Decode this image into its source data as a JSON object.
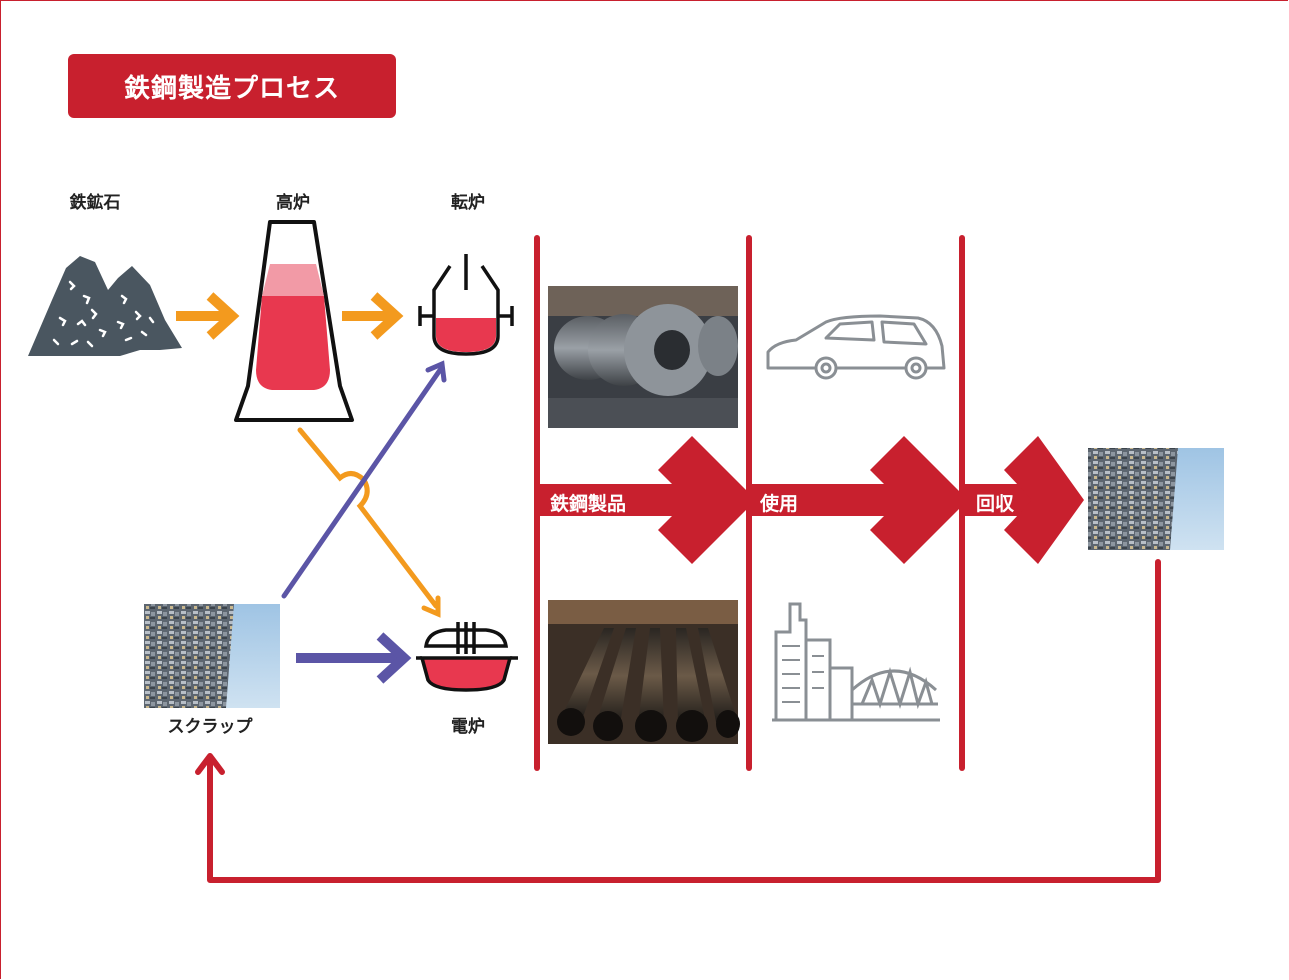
{
  "title": "鉄鋼製造プロセス",
  "labels": {
    "iron_ore": "鉄鉱石",
    "blast_furnace": "高炉",
    "converter": "転炉",
    "electric_furnace": "電炉",
    "scrap": "スクラップ",
    "steel_products": "鉄鋼製品",
    "use": "使用",
    "recovery": "回収"
  },
  "icons": {
    "ore": "mountain-rock-icon",
    "blast_furnace": "blast-furnace-icon",
    "converter": "converter-icon",
    "electric_furnace": "electric-furnace-icon",
    "car": "car-icon",
    "buildings": "building-bridge-icon"
  },
  "colors": {
    "brand_red": "#c8202e",
    "orange_arrow": "#f39a1e",
    "purple_arrow": "#5b55a6",
    "molten_red": "#e8384f",
    "ore_gray": "#4a5660",
    "outline_gray": "#8a8f94"
  }
}
